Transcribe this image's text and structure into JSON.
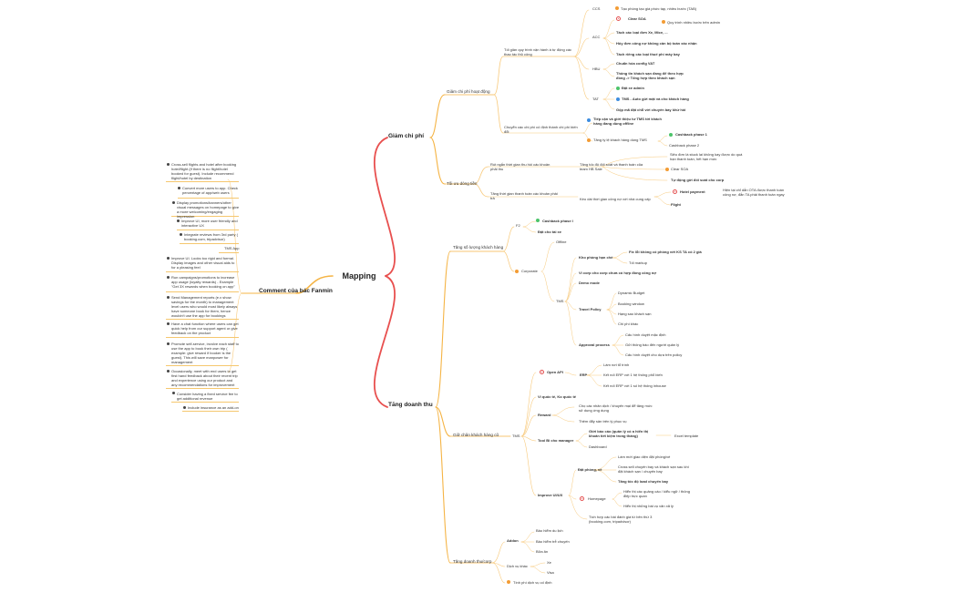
{
  "root": "Mapping",
  "colors": {
    "red": "#e8504f",
    "orange": "#f5b445",
    "light_orange": "#f8c97a",
    "text": "#333333"
  },
  "left": {
    "title": "Comment của bác Fanmin",
    "items": [
      "Cross-sell flights and hotel after booking hotel/flight (if there is no flight/hotel booked for guest). Include recommend flight/hotel by destination",
      "Convert more users to app. Check percentage of app/web users",
      "Display promotions/banners/other visual messages on homepage to give a more welcoming/engaging impression",
      "Improve UI, more user friendly and interactive UX",
      "Integrate reviews from 3rd party ( booking.com, tripadvisor)",
      "TMS App",
      "Improve UI. Looks too rigid and formal. Display images and other visual aids to for a pleasing feel",
      "Run campaigns/promotions to increase app usage (loyalty rewards) - Example \"Get 3X rewards when booking on app\"",
      "Send Management reports (e.x show savings for the month) to management level users who would most likely always have someone book for them, hence wouldn't use the app for bookings",
      "Have a chat function where users can get quick help from our support agent or give feedback on the product",
      "Promote self-service, involve each staff to use the app to book their own trip ( example: give reward if booker is the guest). This will save manpower for management",
      "Occasionally, meet with end users to get first hand feedback about their recent trip and experience using our product and any recommendations for improvement",
      "Consider having a fixed service fee to get additional revenue",
      "Include insurance as an add-on"
    ]
  },
  "top": {
    "title": "Giảm chi phí",
    "a": "Giảm chi phí hoạt động",
    "a1": "Tối giản quy trình vận hành à tự động các thao tác thủ công",
    "ccs": "CCS",
    "ccs1": "Tạo phòng tạo giá phức tạp, nhiều bước (TAB)",
    "acc": "ACC",
    "clear_soa": "Clear SOA",
    "clear_soa_note": "Quy trình nhiều bước trên admin",
    "acc2": "Tách các loại đơn Xe, Mice, ...",
    "acc3": "Hủy đơn công nợ không cần bộ toán xác nhận",
    "acc4": "Tách riêng các loại thuế phí máy bay",
    "hbu": "HBU",
    "hbu1": "Chuẩn hóa config VAT",
    "hbu2": "Thông tin khách sạn đang để theo hợp đồng -> Tổng hợp theo khách sạn",
    "tat": "TAT",
    "tat1": "Đặt xe admin",
    "tat2": "TMS - Auto gửi mật và cho khách hàng",
    "tat3": "Gộp mã đặt chỗ với chuyến bay khứ hồi",
    "a2": "Chuyển các chi phí cố định thành chi phí biến đổi",
    "a2_1": "Tiếp cận và giới thiệu tư TMS tới khách hàng đang dùng offline",
    "a2_2": "Tăng tỷ lệ khách hàng dùng TMS",
    "cashback1": "Cashback phase 1",
    "cashback2": "Cashback phase 2",
    "b": "Tối ưu dòng tiền",
    "b1": "Rút ngắn thời gian thu hồi các khoản phải thu",
    "b1_1": "Tăng tốc độ đối soát và thanh toán của team HB Sale",
    "b1_1a": "Siêu đơn là stuck lại không kay được do quá hạn thanh toán, hết hạn mức",
    "b1_1b": "Clear SOA",
    "b1_1c": "Tự động gửi đối soát cho corp",
    "b2": "Tăng thời gian thanh toán các khoản phải trả",
    "b2_1": "Kéo dài thời gian công nợ với nhà cung cấp",
    "hotel_payment": "Hotel payment",
    "hotel_payment_note": "Hiện tại chỉ dẫn OTA được thanh toán công nợ, đẫn TA phải thanh toán ngay",
    "flight": "Flight"
  },
  "bottom": {
    "title": "Tăng doanh thu",
    "c": "Tăng số lượng khách hàng",
    "f2": "F2",
    "f2_1": "Cashback phase I",
    "f2_2": "Đặt cho tài xe",
    "corporate": "Corporate",
    "offline": "Offline",
    "tms": "TMS",
    "kho": "Kho phòng hạn chế",
    "kho1": "Fix lỗi không có phòng với KS TA có 2 giá",
    "kho2": "Tối markup",
    "vi_corp": "Ví corp cho corp chưa có hợp đồng công nợ",
    "demo": "Demo mode",
    "travel": "Travel Policy",
    "tp1": "Dynamic Budget",
    "tp2": "Booking window",
    "tp3": "Hạng sao khách sạn",
    "tp4": "Chi phí khác",
    "approval": "Approval process",
    "ap1": "Cấu hình duyệt mặc định",
    "ap2": "Gửi thông báo đến người quản lý",
    "ap3": "Cấu hình duyệt cho dựa trên policy",
    "d": "Giữ chân khách hàng cũ",
    "tms2": "TMS",
    "open_api": "Open API",
    "erp": "ERP",
    "erp1": "Làm nơi tổ trình",
    "erp2": "Kết nối ERP với 1 hệ thống phổ biến",
    "erp3": "Kết nối ERP với 1 số hệ thống inhouse",
    "vi_quoc": "Ví quốc tế, Ko quốc tế",
    "reward": "Reward",
    "rw1": "Chọ các nhân dịch / khuyến mại để tăng mức sử dụng ứng dụng",
    "rw2": "Thêm đẩy sản trên lý phục vụ",
    "tool": "Tool Bi cho manager",
    "tool1": "Giới báo cáo (quản lý có a hiển thị khoản tiết kiệm trong tháng)",
    "tool1_note": "Excel template",
    "dashboard": "Dashboard",
    "improve": "Improve UI/UX",
    "datphong": "Đặt phòng, vé",
    "dp1": "Làm mới giao diện đặt phòng/vé",
    "dp2": "Cross sell chuyến bay và khách sạn sau khi đặt khách sạn / chuyến bay",
    "dp3": "Tăng tốc độ load chuyến bay",
    "homepage": "Homepage",
    "hp1": "Hiển thị các quảng cáo / kiểu ngữ / thông điệp trực quan",
    "hp2": "Hiển thị những bài vụ văn xã lý",
    "hp3": "Tích hợp các bài đánh giá từ bên thứ 3 (booking.com, tripadvisor)",
    "e": "Tăng doanh thu/corp",
    "addon": "Addon",
    "ad1": "Bảo hiểm du lịch",
    "ad2": "Bảo hiểm trễ chuyến",
    "ad3": "Bữa ăn",
    "dv": "Dịch vụ khác",
    "dv1": "Xe",
    "dv2": "Visa",
    "fee": "Tính phí dịch vụ cố định"
  }
}
